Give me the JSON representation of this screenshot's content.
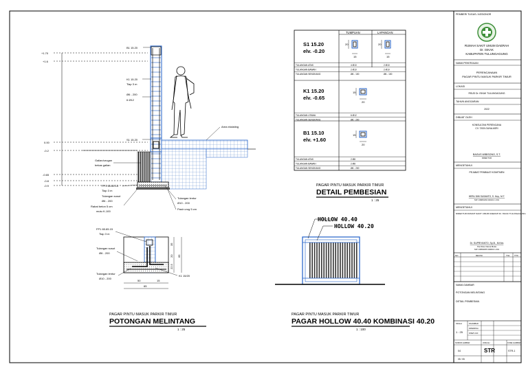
{
  "section": {
    "levels": [
      "+1.70",
      "+1.6",
      "0.00",
      "-0.2",
      "-0.65",
      "-0.8",
      "-0.9"
    ],
    "labels": {
      "b1": "B1 15.20",
      "k1": "K1 15.20",
      "k1_tie": "Tiap 3 m",
      "k1_stirrup": "Ø6 - 200",
      "k1_main": "6 Ø12",
      "area_existing": "Area eksisting",
      "s1": "S1 15.20",
      "galian": "Galian/urugan",
      "galian2": "bekas galian",
      "fp": "FP1 65.65.15",
      "fp_tie": "Tiap 3 m",
      "susut": "Tulangan susut",
      "susut2": "Ø6 - 200",
      "lantai": "Rabat beton 5 cm",
      "lantai2": "mutu K-100",
      "lentur": "Tulangan lentur",
      "lentur2": "Ø10 - 200",
      "pasir": "Pasir urug 5 cm"
    }
  },
  "footing": {
    "fp": "FP1 65.65.15",
    "fp_tie": "Tiap 3 m",
    "susut": "Tulangan susut",
    "susut2": "Ø6 - 200",
    "lentur": "Tulangan lentur",
    "lentur2": "Ø10 - 200",
    "k1": "K1 15/20",
    "dims_right": [
      "35",
      "20",
      "22.5",
      "65"
    ],
    "dims_bottom": [
      "50",
      "15",
      "65"
    ]
  },
  "titles": {
    "left_sub": "PAGAR PINTU MASUK PARKIR TIMUR",
    "left_main": "POTONGAN MELINTANG",
    "left_scale": "1 : 25",
    "mid_sub": "PAGAR PINTU MASUK PARKIR TIMUR",
    "mid_main": "DETAIL PEMBESIAN",
    "mid_scale": "1 : 25",
    "right_sub": "PAGAR PINTU MASUK PARKIR TIMUR",
    "right_main": "PAGAR HOLLOW 40.40 KOMBINASI 40.20",
    "right_scale": "1 : 100"
  },
  "rebar": {
    "col_tumpuan": "TUMPUAN",
    "col_lapangan": "LAPANGAN",
    "s1_name": "S1 15.20",
    "s1_elv": "elv. -0.20",
    "s1_dim_w": "15",
    "s1_dim_h": "20",
    "s1_rows": [
      [
        "TULANGAN ATAS",
        "4 Ø10",
        "2 Ø10"
      ],
      [
        "TULANGAN BAWAH",
        "2 Ø10",
        "2 Ø10"
      ],
      [
        "TULANGAN SENGKANG",
        "Ø6 - 100",
        "Ø6 - 100"
      ]
    ],
    "k1_name": "K1 15.20",
    "k1_elv": "elv. -0.65",
    "k1_dim_w": "20",
    "k1_dim_h": "15",
    "k1_rows": [
      [
        "TULANGAN UTAMA",
        "6 Ø12"
      ],
      [
        "TULANGAN SENGKANG",
        "Ø6 - 200"
      ]
    ],
    "b1_name": "B1 15.10",
    "b1_elv": "elv. +1.60",
    "b1_dim_w": "20",
    "b1_dim_h": "15",
    "b1_rows": [
      [
        "TULANGAN ATAS",
        "2 Ø8"
      ],
      [
        "TULANGAN BAWAH",
        "2 Ø8"
      ],
      [
        "TULANGAN SENGKANG",
        "Ø6 - 200"
      ]
    ]
  },
  "hollow": {
    "label1": "HOLLOW 40.40",
    "label2": "HOLLOW 40.20"
  },
  "titleblock": {
    "pemberi_tugas": "PEMBERI TUGAS / ASSIGNOR",
    "owner1": "RUMAH SAKIT UMUM DAERAH",
    "owner2": "Dr. ISKAK",
    "owner3": "KABUPATEN TULUNGAGUNG",
    "nama_pekerjaan": "NAMA PEKERJAAN",
    "pek1": "PERENCANAAN",
    "pek2": "PAGAR PINTU MASUK PARKIR TIMUR",
    "lokasi": "LOKASI",
    "lokasi_val": "RSUD Dr. ISKAK TULUNGAGUNG",
    "tahun": "TAHUN ANGGARAN",
    "tahun_val": "2022",
    "dibuat": "DIBUAT OLEH",
    "kons1": "KONSULTAN PERENCANA",
    "kons2": "CV. TATA GUNA ASRI",
    "sign1": "BAGUS WIBISONO, S.T.",
    "sign1_sub": "DIREKTUR",
    "mengetahui1": "MENGETAHUI",
    "ppk": "PEJABAT PEMBUAT KOMITMEN",
    "sign2": "HERU DWI SUSANTO, S. Kep., M.T.",
    "sign2_sub": "NIP. 19680109 199101 1 001",
    "mengetahui2": "MENGETAHUI",
    "direktur": "DIREKTUR RUMAH SAKIT UMUM DAERAH Dr. ISKAK TULUNGAGUNG",
    "sign3": "Dr. SUPRIYANTO, Sp.B., M.Kes",
    "sign3_a": "Pembina Utama Muda",
    "sign3_b": "NIP. 19650205 199603 1 001",
    "rev_no": "NO",
    "rev_ket": "REVISI",
    "rev_tgl": "TGL",
    "rev_ttd": "TTD",
    "nama_gambar": "NAMA GAMBAR",
    "gambar1": "POTONGAN MELINTANG",
    "gambar2": "DETAIL PEMBESIAN",
    "skala": "SKALA",
    "skala_val": "1 : 25",
    "digambar": "DIGAMBAR",
    "diperiksa": "DIPERIKSA",
    "disetujui": "DISETUJUI",
    "kode1": "NOMOR LEMBAR",
    "kode2": "JUMLAH",
    "kode3": "KODE GAMBAR",
    "code": "STR",
    "code_no": "STR-1",
    "lbr": "04",
    "jml": "05 / 05"
  }
}
